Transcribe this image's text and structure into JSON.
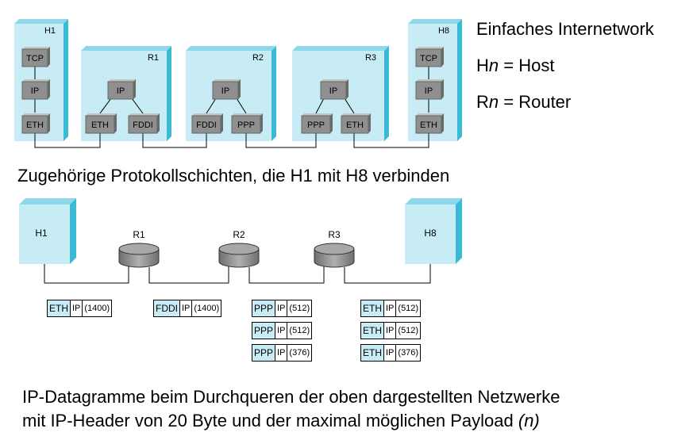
{
  "legend": {
    "title": "Einfaches Internetwork",
    "host_prefix": "H",
    "host_suffix": " = Host",
    "router_prefix": "R",
    "router_suffix": " = Router",
    "var": "n"
  },
  "top": {
    "nodes": {
      "h1": {
        "label": "H1",
        "layers": [
          "TCP",
          "IP",
          "ETH"
        ]
      },
      "r1": {
        "label": "R1",
        "ip": "IP",
        "left": "ETH",
        "right": "FDDI"
      },
      "r2": {
        "label": "R2",
        "ip": "IP",
        "left": "FDDI",
        "right": "PPP"
      },
      "r3": {
        "label": "R3",
        "ip": "IP",
        "left": "PPP",
        "right": "ETH"
      },
      "h8": {
        "label": "H8",
        "layers": [
          "TCP",
          "IP",
          "ETH"
        ]
      }
    }
  },
  "subtitle": "Zugehörige Protokollschichten, die H1 mit H8 verbinden",
  "bottom": {
    "hosts": [
      "H1",
      "H8"
    ],
    "routers": [
      "R1",
      "R2",
      "R3"
    ]
  },
  "frames": {
    "seg1": [
      {
        "l2": "ETH",
        "ip": "IP",
        "payload": "(1400)"
      }
    ],
    "seg2": [
      {
        "l2": "FDDI",
        "ip": "IP",
        "payload": "(1400)"
      }
    ],
    "seg3": [
      {
        "l2": "PPP",
        "ip": "IP",
        "payload": "(512)"
      },
      {
        "l2": "PPP",
        "ip": "IP",
        "payload": "(512)"
      },
      {
        "l2": "PPP",
        "ip": "IP",
        "payload": "(376)"
      }
    ],
    "seg4": [
      {
        "l2": "ETH",
        "ip": "IP",
        "payload": "(512)"
      },
      {
        "l2": "ETH",
        "ip": "IP",
        "payload": "(512)"
      },
      {
        "l2": "ETH",
        "ip": "IP",
        "payload": "(376)"
      }
    ]
  },
  "footer": {
    "line1": "IP-Datagramme beim Durchqueren der oben dargestellten Netzwerke",
    "line2": "mit IP-Header von 20 Byte und der maximal möglichen Payload ",
    "line2_var": "(n)"
  },
  "colors": {
    "box_front": "#c8ecf6",
    "box_side": "#3bbad6",
    "layer": "#8f8f8f",
    "layer_top": "#c4c4c4"
  }
}
